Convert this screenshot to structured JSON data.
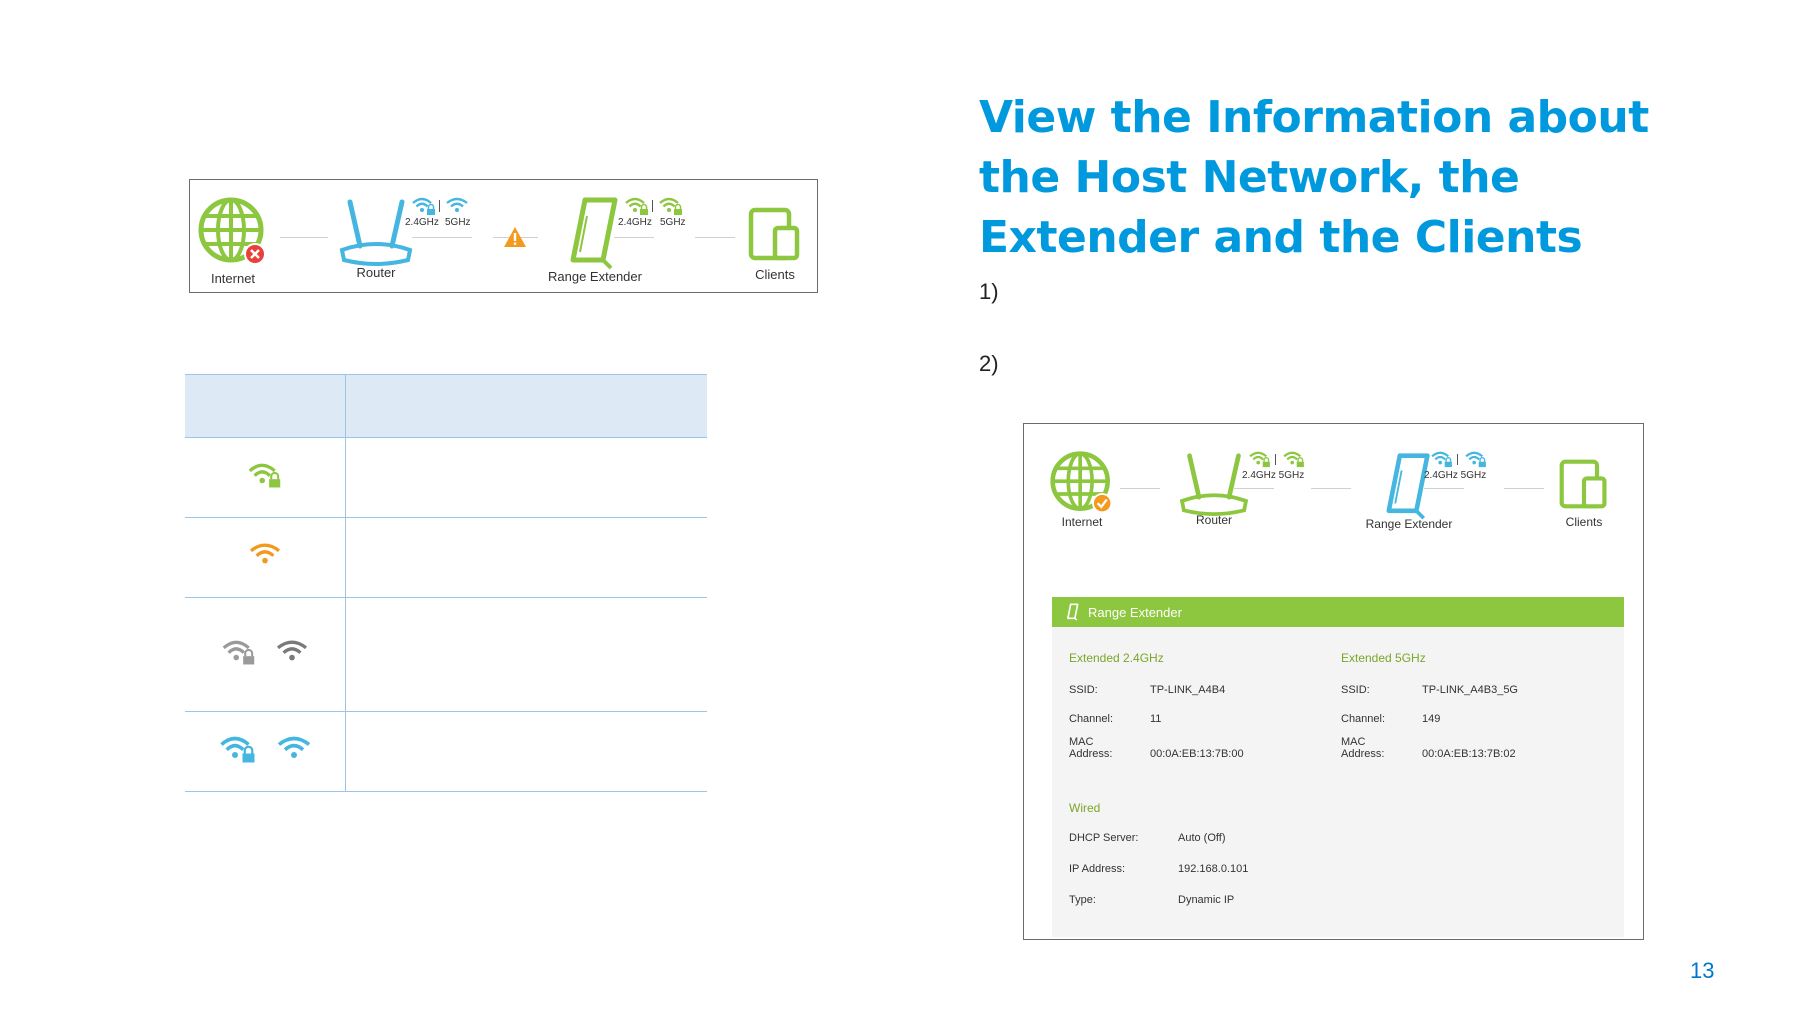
{
  "title": "View the Information about the Host Network, the Extender and the Clients",
  "steps": [
    "1)",
    "2)"
  ],
  "page_number": "13",
  "status_diagram": {
    "internet": "Internet",
    "router": "Router",
    "extender": "Range Extender",
    "clients": "Clients",
    "band_24": "2.4GHz",
    "band_5": "5GHz"
  },
  "status_diagram2": {
    "internet": "Internet",
    "router": "Router",
    "extender": "Range Extender",
    "clients": "Clients",
    "router_bands": "2.4GHz 5GHz",
    "extender_bands": "2.4GHz 5GHz"
  },
  "legend": {
    "rows": [
      {
        "icons": [
          "wifi-lock-green-icon"
        ]
      },
      {
        "icons": [
          "wifi-orange-icon"
        ]
      },
      {
        "icons": [
          "wifi-lock-gray-icon",
          "wifi-gray-icon"
        ]
      },
      {
        "icons": [
          "wifi-lock-blue-icon",
          "wifi-blue-icon"
        ]
      }
    ]
  },
  "colors": {
    "accent": "#0099dd",
    "green": "#8dc63f",
    "blue": "#45b6e0",
    "orange": "#f39a1e",
    "gray": "#9a9a9a",
    "error": "#e8413c"
  },
  "panel": {
    "header": "Range Extender",
    "ext24": {
      "heading": "Extended 2.4GHz",
      "ssid_label": "SSID:",
      "ssid": "TP-LINK_A4B4",
      "channel_label": "Channel:",
      "channel": "11",
      "mac_label_1": "MAC",
      "mac_label_2": "Address:",
      "mac": "00:0A:EB:13:7B:00"
    },
    "ext5": {
      "heading": "Extended 5GHz",
      "ssid_label": "SSID:",
      "ssid": "TP-LINK_A4B3_5G",
      "channel_label": "Channel:",
      "channel": "149",
      "mac_label_1": "MAC",
      "mac_label_2": "Address:",
      "mac": "00:0A:EB:13:7B:02"
    },
    "wired": {
      "heading": "Wired",
      "dhcp_label": "DHCP Server:",
      "dhcp": "Auto (Off)",
      "ip_label": "IP Address:",
      "ip": "192.168.0.101",
      "type_label": "Type:",
      "type": "Dynamic IP"
    }
  }
}
